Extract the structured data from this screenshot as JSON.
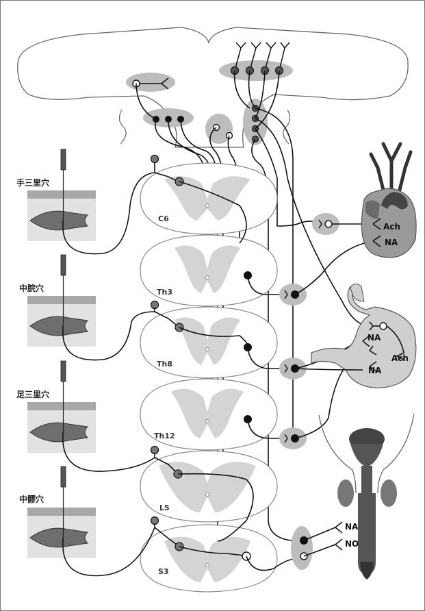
{
  "acupoints": [
    "手三里穴",
    "中脘穴",
    "足三里穴",
    "中髎穴"
  ],
  "segments": [
    "C6",
    "Th3",
    "Th8",
    "Th12",
    "L5",
    "S3"
  ],
  "heart": {
    "parasympathetic": "Ach",
    "sympathetic": "NA"
  },
  "stomach": {
    "sympathetic_a": "NA",
    "parasympathetic": "Ach",
    "sympathetic_b": "NA"
  },
  "pelvic": {
    "sympathetic": "NA",
    "nitrergic": "NO"
  },
  "colors": {
    "ink": "#111111",
    "organ_gray": "#9a9a9a",
    "ganglion_gray": "#bdbdbd",
    "muscle": "#6e6e6e",
    "skin": "#cfcfcf"
  }
}
